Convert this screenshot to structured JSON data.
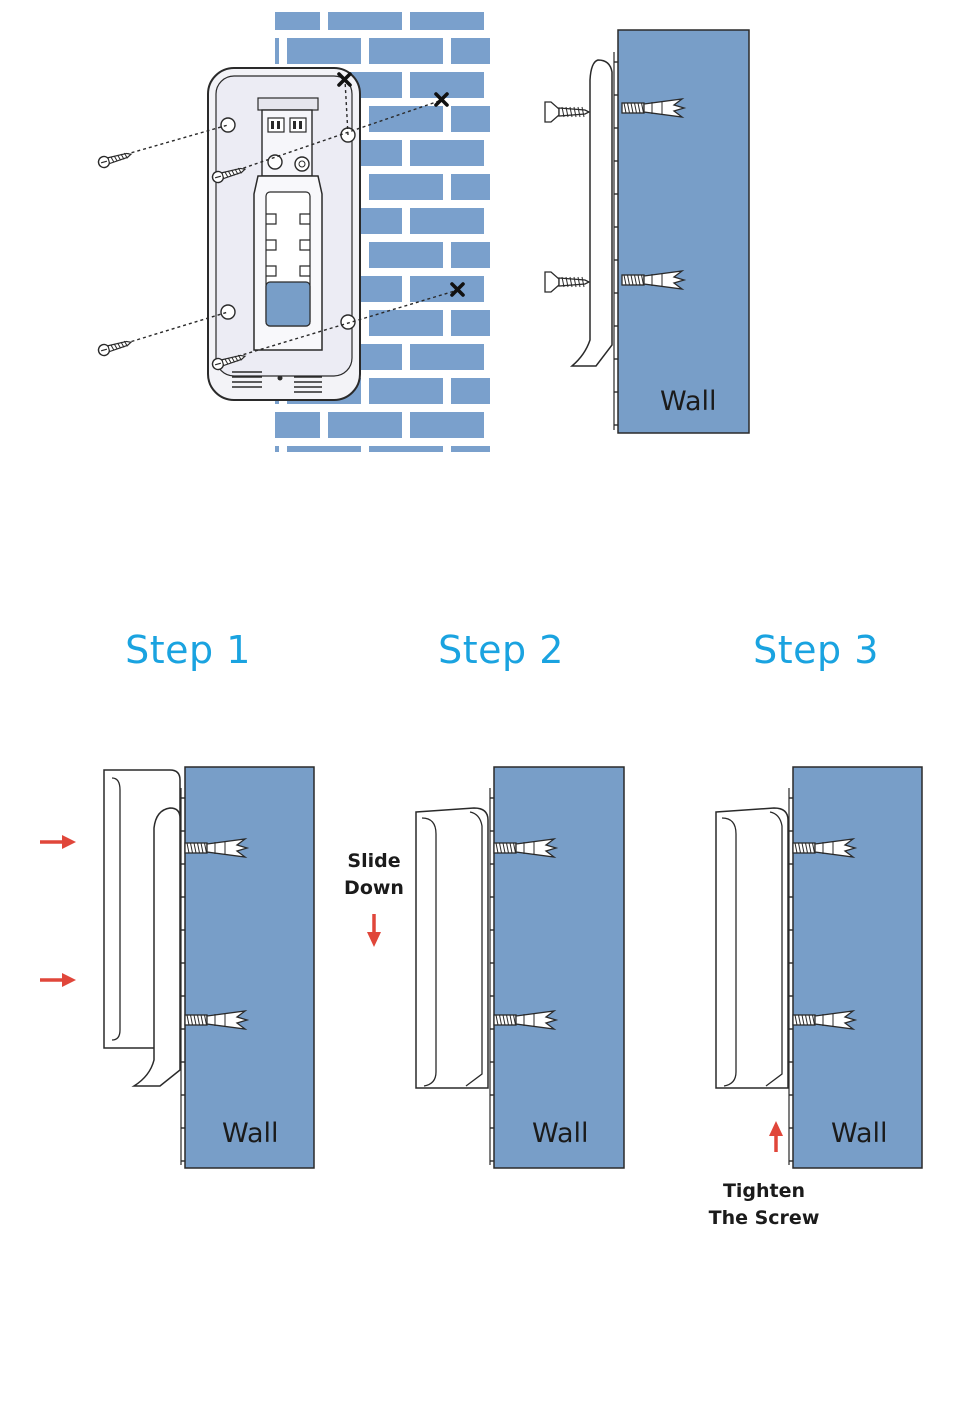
{
  "colors": {
    "wall": "#789ec8",
    "brick": "#7aa0cc",
    "outline": "#2a2a2a",
    "step_title": "#1aa3e0",
    "arrow": "#e0463a",
    "device": "#f4f4f8"
  },
  "steps": [
    {
      "title": "Step 1"
    },
    {
      "title": "Step 2",
      "caption_line1": "Slide",
      "caption_line2": "Down"
    },
    {
      "title": "Step 3",
      "caption_line1": "Tighten",
      "caption_line2": "The Screw"
    }
  ],
  "wall_label": "Wall"
}
